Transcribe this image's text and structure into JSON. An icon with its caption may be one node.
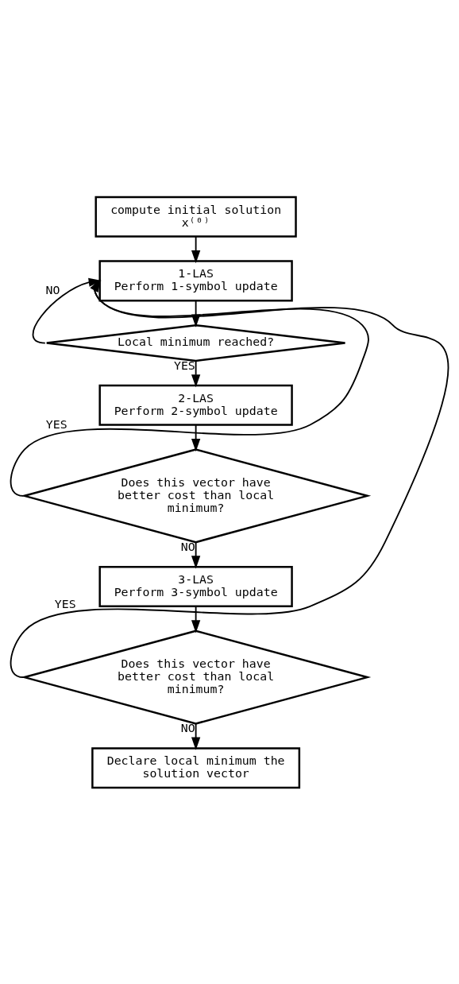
{
  "diagram": {
    "nodes": [
      {
        "text": [
          "compute initial solution x⁽⁰⁾"
        ]
      },
      {
        "text": [
          "1-LAS",
          "Perform 1-symbol update"
        ]
      },
      {
        "text": [
          "Local minimum reached?"
        ]
      },
      {
        "text": [
          "2-LAS",
          "Perform 2-symbol update"
        ]
      },
      {
        "text": [
          "Does this vector have better cost than local minimum?"
        ]
      },
      {
        "text": [
          "3-LAS",
          "Perform 3-symbol update"
        ]
      },
      {
        "text": [
          "Does this vector have better cost than local minimum?"
        ]
      },
      {
        "text": [
          "Declare local minimum the solution vector"
        ]
      }
    ],
    "edges": [
      {
        "from": 0,
        "to": 1,
        "arrow": "to"
      },
      {
        "from": 1,
        "to": 2,
        "arrow": "to"
      },
      {
        "from": 2,
        "to": 3,
        "arrow": "to",
        "label": "YES"
      },
      {
        "from": 2,
        "to": 1,
        "arrow": "to",
        "label": "NO"
      },
      {
        "from": 3,
        "to": 4,
        "arrow": "to"
      },
      {
        "from": 4,
        "to": 1,
        "arrow": "to",
        "label": "YES"
      },
      {
        "from": 4,
        "to": 5,
        "arrow": "to",
        "label": "NO"
      },
      {
        "from": 5,
        "to": 6,
        "arrow": "to"
      },
      {
        "from": 6,
        "to": 1,
        "arrow": "to",
        "label": "YES"
      },
      {
        "from": 6,
        "to": 7,
        "arrow": "to",
        "label": "NO"
      }
    ]
  }
}
